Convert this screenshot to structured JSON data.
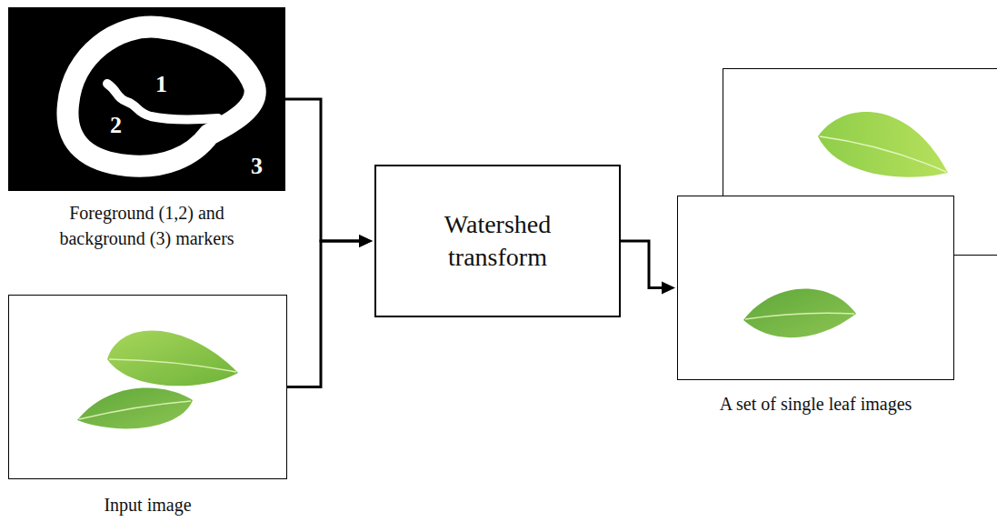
{
  "diagram": {
    "nodes": [
      {
        "text": [
          "Foreground (1,2) and background (3) markers"
        ]
      },
      {
        "text": [
          "Input image"
        ]
      },
      {
        "text": [
          "Watershed transform"
        ]
      },
      {
        "text": [
          "A set of single leaf images"
        ]
      }
    ],
    "edges": [
      {
        "from": 0,
        "to": 2,
        "arrow": "to"
      },
      {
        "from": 1,
        "to": 2,
        "arrow": "to"
      },
      {
        "from": 2,
        "to": 3,
        "arrow": "to"
      }
    ],
    "labels": [
      "1",
      "2",
      "3"
    ]
  }
}
